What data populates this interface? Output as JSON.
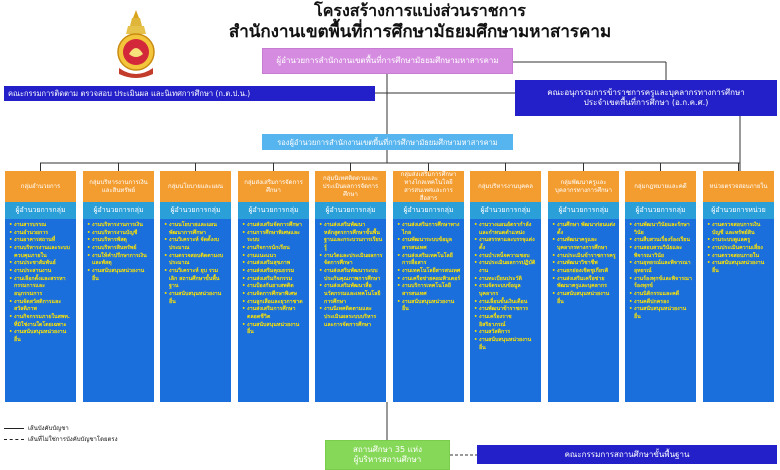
{
  "header": {
    "line1": "โครงสร้างการแบ่งส่วนราชการ",
    "line2": "สำนักงานเขตพื้นที่การศึกษามัธยมศึกษามหาสารคาม"
  },
  "top": {
    "director": "ผู้อำนวยการสำนักงานเขตพื้นที่การศึกษามัธยมศึกษามหาสารคาม",
    "committee_left": "คณะกรรมการติดตาม ตรวจสอบ ประเมินผล และนิเทศการศึกษา (ก.ต.ป.น.)",
    "committee_right_1": "คณะอนุกรรมการข้าราชการครูและบุคลากรทางการศึกษา",
    "committee_right_2": "ประจำเขตพื้นที่การศึกษา (อ.ก.ค.ศ.)",
    "deputy": "รองผู้อำนวยการสำนักงานเขตพื้นที่การศึกษามัธยมศึกษามหาสารคาม"
  },
  "groups": [
    {
      "name": "กลุ่มอำนวยการ",
      "head": "ผู้อำนวยการกลุ่ม",
      "items": [
        "งานสารบรรณ",
        "งานอำนวยการ",
        "งานอาคารสถานที่",
        "งานบริหารงานและระบบควบคุมภายใน",
        "งานประชาสัมพันธ์",
        "งานประสานงาน",
        "งานเลือกตั้งและสรรหากรรมการและอนุกรรมการ",
        "งานจัดสวัสดิการและสวัสดิภาพ",
        "งานกิจกรรมภายในสพท. ที่มิใช่งานใดโดยเฉพาะ",
        "งานสนับสนุนหน่วยงานอื่น"
      ]
    },
    {
      "name": "กลุ่มบริหารงานการเงินและสินทรัพย์",
      "head": "ผู้อำนวยการกลุ่ม",
      "items": [
        "งานบริหารงานการเงิน",
        "งานบริหารงานบัญชี",
        "งานบริหารพัสดุ",
        "งานบริหารสินทรัพย์",
        "งานให้คำปรึกษาการเงินและพัสดุ",
        "งานสนับสนุนหน่วยงานอื่น"
      ]
    },
    {
      "name": "กลุ่มนโยบายและแผน",
      "head": "ผู้อำนวยการกลุ่ม",
      "items": [
        "งานนโยบายและแผนพัฒนาการศึกษา",
        "งานวิเคราะห์ จัดตั้งงบประมาณ",
        "งานตรวจสอบติดตามงบประมาณ",
        "งานวิเคราะห์ ยุบ รวม เลิก สถานศึกษาขั้นพื้นฐาน",
        "งานสนับสนุนหน่วยงานอื่น"
      ]
    },
    {
      "name": "กลุ่มส่งเสริมการจัดการศึกษา",
      "head": "ผู้อำนวยการกลุ่ม",
      "items": [
        "งานส่งเสริมจัดการศึกษา",
        "งานการศึกษาพิเศษและระบบ",
        "งานกิจการนักเรียน",
        "งานแนะแนว",
        "งานส่งเสริมสุขภาพ",
        "งานส่งเสริมคุณธรรม",
        "งานส่งเสริมกิจกรรม",
        "งานป้องกันยาเสพติด",
        "งานจัดการศึกษาพิเศษ",
        "งานลูกเสือและยุวกาชาด",
        "งานส่งเสริมการศึกษาตลอดชีวิต",
        "งานสนับสนุนหน่วยงานอื่น"
      ]
    },
    {
      "name": "กลุ่มนิเทศติดตามและประเมินผลการจัดการศึกษา",
      "head": "ผู้อำนวยการกลุ่ม",
      "items": [
        "งานส่งเสริมพัฒนาหลักสูตรการศึกษาขั้นพื้นฐานและกระบวนการเรียนรู้",
        "งานวัดและประเมินผลการจัดการศึกษา",
        "งานส่งเสริมพัฒนาระบบประกันคุณภาพการศึกษา",
        "งานส่งเสริมพัฒนาสื่อนวัตกรรมและเทคโนโลยีการศึกษา",
        "งานนิเทศติดตามและประเมินผลระบบบริหารและการจัดการศึกษา"
      ]
    },
    {
      "name": "กลุ่มส่งเสริมการศึกษาทางไกลเทคโนโลยีสารสนเทศและการสื่อสาร",
      "head": "ผู้อำนวยการกลุ่ม",
      "items": [
        "งานส่งเสริมการศึกษาทางไกล",
        "งานพัฒนาระบบข้อมูลสารสนเทศ",
        "งานส่งเสริมเทคโนโลยีการสื่อสาร",
        "งานเทคโนโลยีสารสนเทศ",
        "งานเครือข่ายคอมพิวเตอร์",
        "งานบริการเทคโนโลยีสารสนเทศ",
        "งานสนับสนุนหน่วยงานอื่น"
      ]
    },
    {
      "name": "กลุ่มบริหารงานบุคคล",
      "head": "ผู้อำนวยการกลุ่ม",
      "items": [
        "งานวางแผนอัตรากำลังและกำหนดตำแหน่ง",
        "งานสรรหาและบรรจุแต่งตั้ง",
        "งานบำเหน็จความชอบ",
        "งานประเมินผลการปฏิบัติงาน",
        "งานทะเบียนประวัติ",
        "งานจัดระบบข้อมูลบุคลากร",
        "งานเลื่อนขั้นเงินเดือน",
        "งานพัฒนาข้าราชการ",
        "งานเครื่องราชอิสริยาภรณ์",
        "งานสวัสดิการ",
        "งานสนับสนุนหน่วยงานอื่น"
      ]
    },
    {
      "name": "กลุ่มพัฒนาครูและบุคลากรทางการศึกษา",
      "head": "ผู้อำนวยการกลุ่ม",
      "items": [
        "งานศึกษา พัฒนาก่อนแต่งตั้ง",
        "งานพัฒนาครูและบุคลากรทางการศึกษา",
        "งานประเมินข้าราชการครู",
        "งานพัฒนาวิชาชีพ",
        "งานยกย่องเชิดชูเกียรติ",
        "งานส่งเสริมเครือข่ายพัฒนาครูและบุคลากร",
        "งานสนับสนุนหน่วยงานอื่น"
      ]
    },
    {
      "name": "กลุ่มกฎหมายและคดี",
      "head": "ผู้อำนวยการกลุ่ม",
      "items": [
        "งานพัฒนาวินัยและรักษาวินัย",
        "งานสืบสวนเรื่องร้องเรียน",
        "งานสอบสวนวินัยและพิจารณาวินัย",
        "งานอุทธรณ์และพิจารณาอุทธรณ์",
        "งานร้องทุกข์และพิจารณาร้องทุกข์",
        "งานนิติกรรมและคดี",
        "งานคดีปกครอง",
        "งานสนับสนุนหน่วยงานอื่น"
      ]
    },
    {
      "name": "หน่วยตรวจสอบภายใน",
      "head": "ผู้อำนวยการหน่วย",
      "items": [
        "งานตรวจสอบการเงิน บัญชี และทรัพย์สิน",
        "งานระบบดูแลครู",
        "งานประเมินความเสี่ยง",
        "งานตรวจสอบภายใน",
        "งานสนับสนุนหน่วยงานอื่น"
      ]
    }
  ],
  "bottom": {
    "schools_1": "สถานศึกษา 35 แห่ง",
    "schools_2": "ผู้บริหารสถานศึกษา",
    "school_board": "คณะกรรมการสถานศึกษาขั้นพื้นฐาน"
  },
  "legend": {
    "solid": "เส้นบังคับบัญชา",
    "dashed": "เส้นที่ไม่ใช่การบังคับบัญชาโดยตรง"
  }
}
